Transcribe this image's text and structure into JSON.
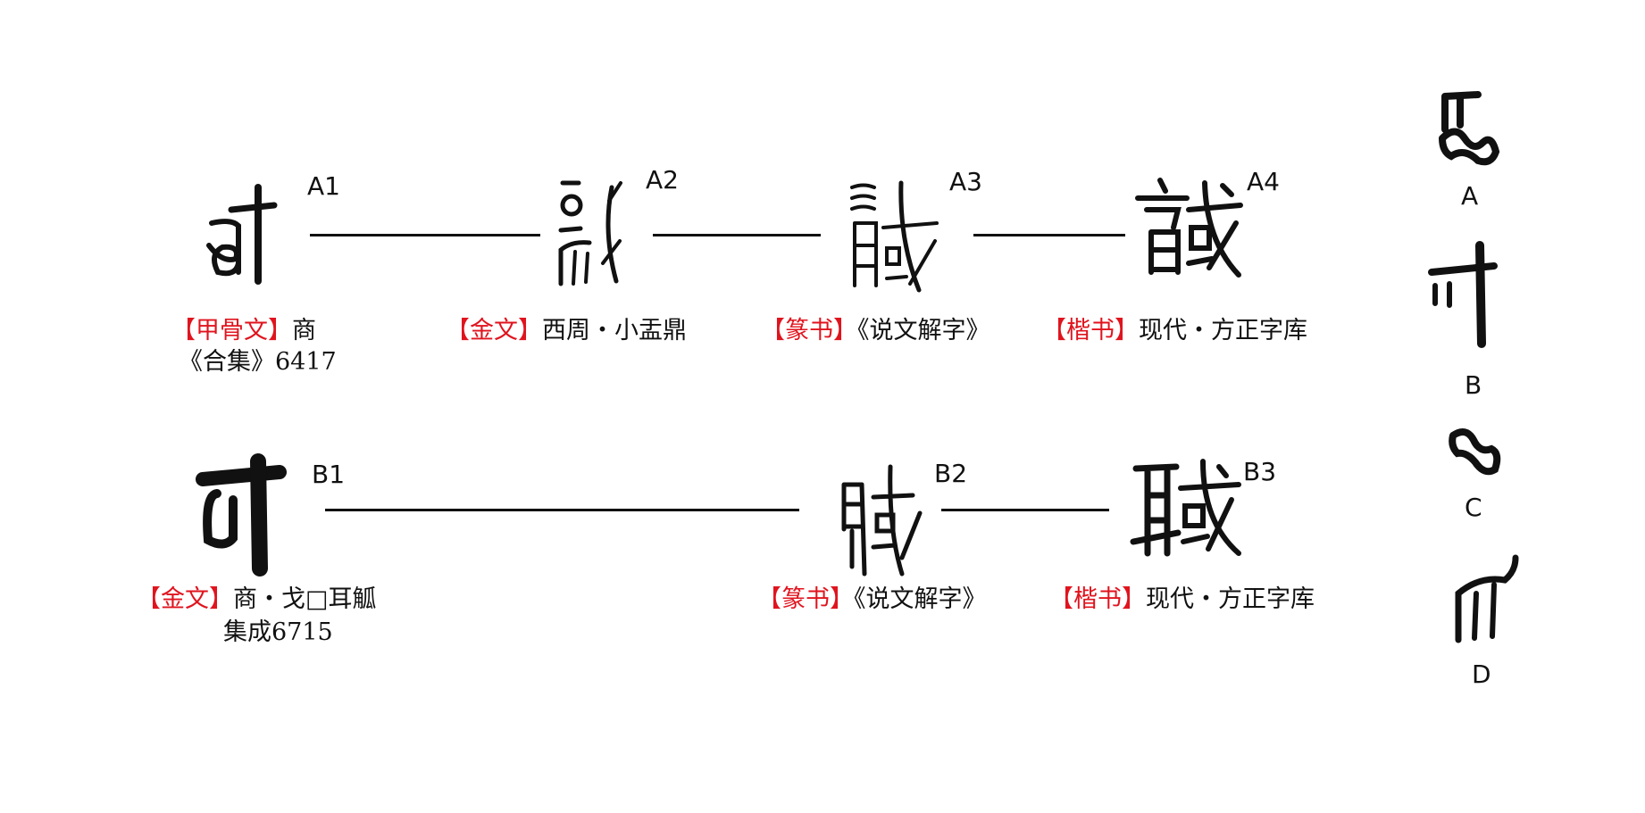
{
  "row_a": {
    "labels": [
      "A1",
      "A2",
      "A3",
      "A4"
    ],
    "captions": [
      {
        "tag_open": "【",
        "tag": "甲骨文",
        "tag_close": "】",
        "text": "商",
        "line2": "《合集》6417"
      },
      {
        "tag_open": "【",
        "tag": "金文",
        "tag_close": "】",
        "text": "西周・小盂鼎"
      },
      {
        "tag_open": "【",
        "tag": "篆书",
        "tag_close": "】",
        "text": "《说文解字》"
      },
      {
        "tag_open": "【",
        "tag": "楷书",
        "tag_close": "】",
        "text": "现代・方正字库"
      }
    ]
  },
  "row_b": {
    "labels": [
      "B1",
      "B2",
      "B3"
    ],
    "captions": [
      {
        "tag_open": "【",
        "tag": "金文",
        "tag_close": "】",
        "text": "商・戈□耳觚",
        "line2": "集成6715"
      },
      {
        "tag_open": "【",
        "tag": "篆书",
        "tag_close": "】",
        "text": "《说文解字》"
      },
      {
        "tag_open": "【",
        "tag": "楷书",
        "tag_close": "】",
        "text": "现代・方正字库"
      }
    ]
  },
  "components": {
    "labels": [
      "A",
      "B",
      "C",
      "D"
    ]
  },
  "colors": {
    "tag": "#e0141e",
    "text": "#111111"
  }
}
